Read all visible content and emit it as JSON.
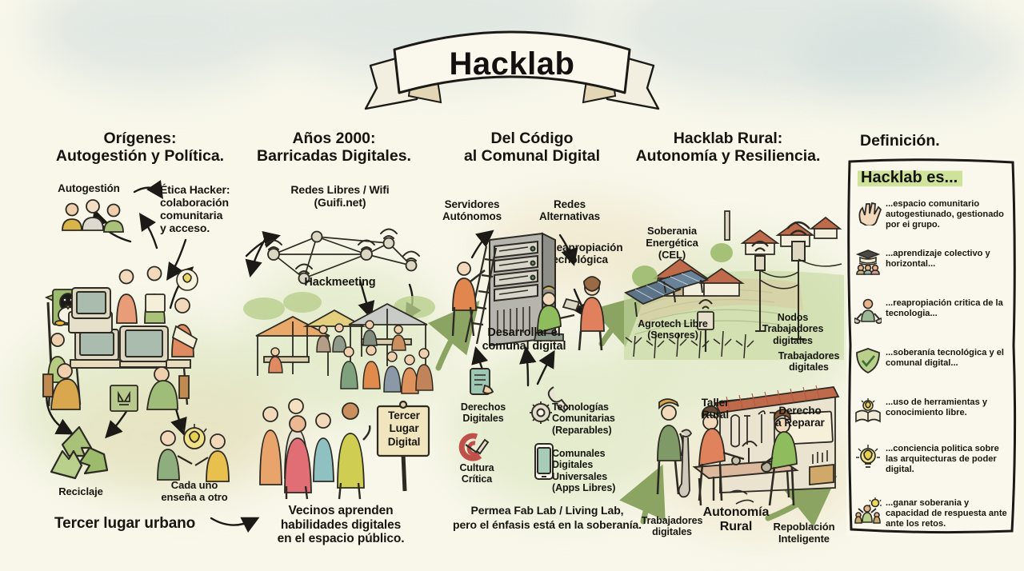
{
  "banner": {
    "title": "Hacklab"
  },
  "columns": [
    {
      "id": "origenes",
      "line1": "Orígenes:",
      "line2": "Autogestión y Política."
    },
    {
      "id": "anios2000",
      "line1": "Años 2000:",
      "line2": "Barricadas Digitales."
    },
    {
      "id": "codigo",
      "line1": "Del Código",
      "line2": "al Comunal Digital"
    },
    {
      "id": "rural",
      "line1": "Hacklab Rural:",
      "line2": "Autonomía y Resiliencia."
    },
    {
      "id": "definicion",
      "line1": "Definición.",
      "line2": ""
    }
  ],
  "col1": {
    "autogestion": "Autogestión",
    "etica": "Ética Hacker:\ncolaboración\ncomunitaria\ny acceso.",
    "reciclaje": "Reciclaje",
    "cada_uno": "Cada uno\nenseña a otro",
    "tercer_lugar": "Tercer lugar urbano"
  },
  "col2": {
    "redes_libres": "Redes Libres / Wifi\n(Guifi.net)",
    "hackmeeting": "Hackmeeting",
    "sign": "Tercer\nLugar\nDigital",
    "caption": "Vecinos aprenden\nhabilidades digitales\nen el espacio público."
  },
  "col3": {
    "servidores": "Servidores\nAutónomos",
    "redes_alt": "Redes\nAlternativas",
    "reapropiacion": "Reapropiación\ntecnológica",
    "desarrollar": "Desarrollar el\ncomunal digital",
    "icons": [
      {
        "label": "Derechos\nDigitales",
        "icon": "document-icon"
      },
      {
        "label": "Tecnologías\nComunitarias\n(Reparables)",
        "icon": "gear-wrench-icon"
      },
      {
        "label": "Cultura\nCrítica",
        "icon": "target-pen-icon"
      },
      {
        "label": "Comunales\nDigitales\nUniversales\n(Apps Libres)",
        "icon": "smartphone-icon"
      }
    ],
    "footer": "Permea Fab Lab / Living Lab,\npero el énfasis está en la soberanía."
  },
  "col4": {
    "soberania": "Soberania\nEnergética\n(CEL)",
    "agrotech": "Agrotech Libre\n(Sensores)",
    "nodos": "Nodos\nTrabajadores\ndigitales",
    "trabajadores_r": "Trabajadores\ndigitales",
    "taller": "Taller\nRural",
    "derecho": "Derecho\na Reparar",
    "trabajadores_l": "Trabajadores\ndigitales",
    "autonomia": "Autonomía\nRural",
    "repoblacion": "Repoblación\nInteligente"
  },
  "definition": {
    "title": "Hacklab es...",
    "items": [
      {
        "icon": "hand-icon",
        "text": "...espacio comunitario autogestiunado, gestionado por ei grupo."
      },
      {
        "icon": "graduation-group-icon",
        "text": "...aprendizaje colectivo y horizontal..."
      },
      {
        "icon": "person-tools-icon",
        "text": "...reapropiación critica de la tecnologia..."
      },
      {
        "icon": "shield-check-globe-icon",
        "text": "...soberanía tecnológica y el comunal digital..."
      },
      {
        "icon": "book-bulb-icon",
        "text": "...uso de herramientas y conocimiento libre."
      },
      {
        "icon": "bulb-fist-icon",
        "text": "...conciencia politica sobre las arquitecturas de poder digital."
      },
      {
        "icon": "people-sun-icon",
        "text": "...ganar soberania y capacidad de respuesta ante ante los retos."
      }
    ]
  },
  "colors": {
    "paper": "#f8f7ea",
    "ink": "#16150f",
    "highlight_green": "#cfe29a",
    "arrow_green": "#7e9a52",
    "wash_blue": "#cfdcdc",
    "wash_green": "#cfdfae"
  }
}
